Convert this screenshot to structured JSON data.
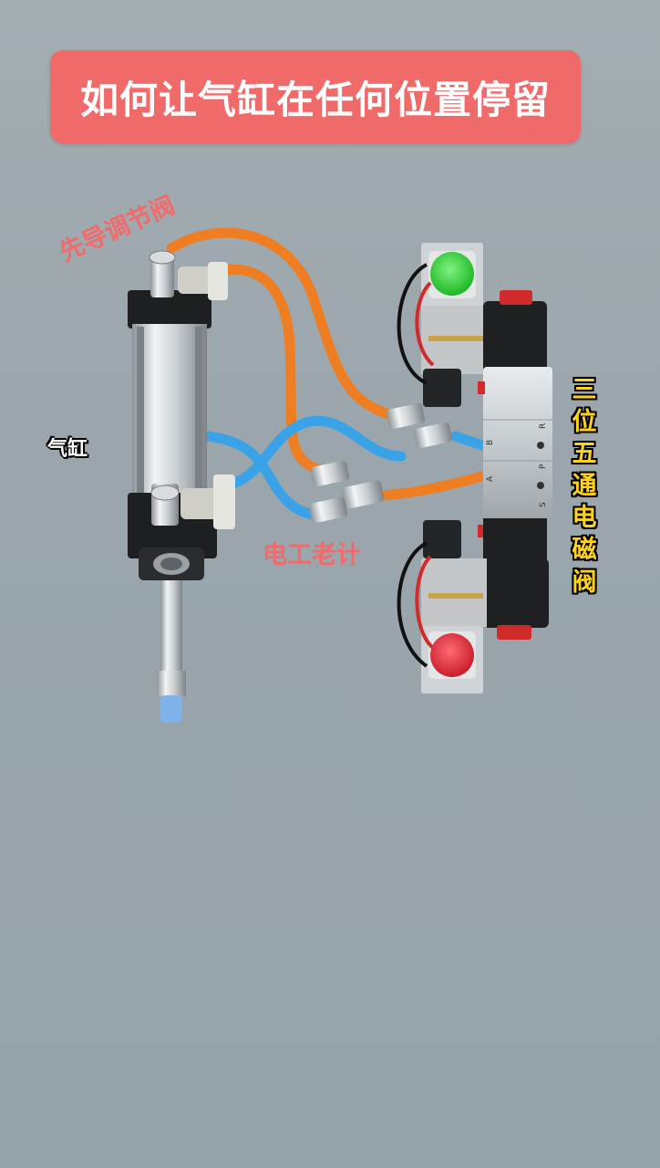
{
  "title": "如何让气缸在任何位置停留",
  "labels": {
    "pilot_valve": "先导调节阀",
    "cylinder": "气缸",
    "watermark": "电工老计",
    "solenoid_valve": "三位五通电磁阀"
  },
  "valve_port_marks": [
    "A",
    "B",
    "S",
    "P",
    "R"
  ],
  "colors": {
    "banner": "#f06a6a",
    "orange_tube": "#ef7d22",
    "blue_tube": "#3aa3e8",
    "green_button": "#33d33c",
    "red_button": "#e2343f",
    "valve_label": "#ffd21f"
  }
}
